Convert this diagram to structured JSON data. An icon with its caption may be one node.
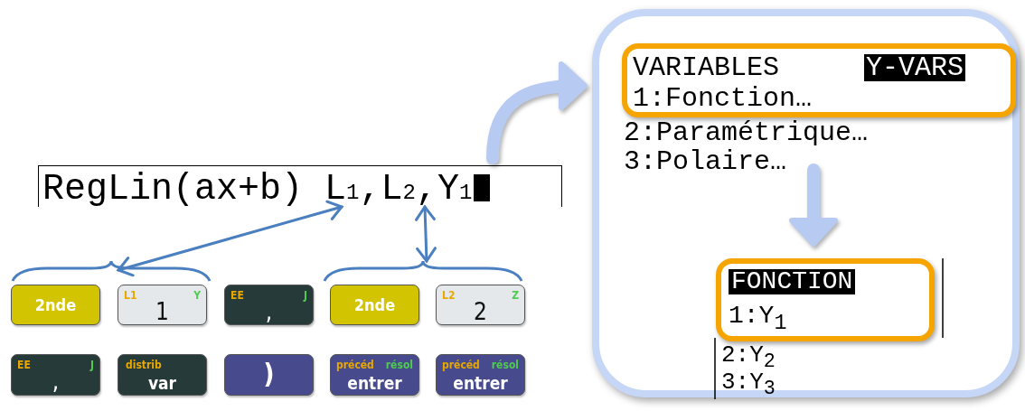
{
  "diagram": {
    "nodes": [
      {
        "text": [
          "RegLin(ax+b) L$_{1}$,L$_{2}$,Y$_{1}$"
        ]
      },
      {
        "text": [],
        "shape": "brace"
      },
      {
        "text": [],
        "shape": "brace"
      },
      {
        "text": [
          "2nde"
        ]
      },
      {
        "text": [
          "L1",
          "Y",
          "1"
        ]
      },
      {
        "text": [
          "EE",
          "J",
          ","
        ]
      },
      {
        "text": [
          "2nde"
        ]
      },
      {
        "text": [
          "L2",
          "Z",
          "2"
        ]
      },
      {
        "text": [
          "EE",
          "J",
          ","
        ]
      },
      {
        "text": [
          "distrib",
          "var"
        ]
      },
      {
        "text": [
          ")"
        ]
      },
      {
        "text": [
          "précéd",
          "résol",
          "entrer"
        ]
      },
      {
        "text": [
          "précéd",
          "résol",
          "entrer"
        ]
      },
      {
        "text": [],
        "shape": "box"
      },
      {
        "text": [
          "2:Paramétrique…",
          "3:Polaire…"
        ],
        "in": 13
      },
      {
        "text": [
          "VARIABLES",
          "Y-VARS",
          "1:Fonction…"
        ],
        "in": 14
      },
      {
        "text": [
          "2:Y$_{2}$",
          "3:Y$_{3}$"
        ],
        "in": 13
      },
      {
        "text": [
          "FONCTION",
          "1:Y$_{1}$"
        ],
        "in": 16
      }
    ],
    "edges": [
      {
        "from": 1,
        "to": 0,
        "arrow": "both"
      },
      {
        "from": 2,
        "to": 0,
        "arrow": "both"
      },
      {
        "from": 0,
        "to": 13,
        "arrow": "to",
        "style": "thick",
        "color": "#b7cbf2"
      },
      {
        "from": 14,
        "to": 16,
        "arrow": "to",
        "style": "thick",
        "color": "#b7cbf2"
      }
    ]
  }
}
